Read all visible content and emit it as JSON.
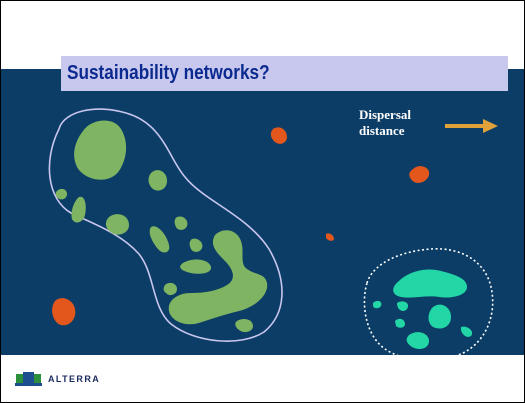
{
  "slide": {
    "title": "Sustainability networks?",
    "dispersal_label_line1": "Dispersal",
    "dispersal_label_line2": "distance",
    "brand_name": "ALTERRA"
  },
  "colors": {
    "background": "#0b3d66",
    "title_box": "#c8c8ee",
    "title_text": "#0b2a8f",
    "green_patch": "#7fb462",
    "cyan_patch": "#22d6a6",
    "orange_patch": "#e4571c",
    "arrow": "#e0a13a",
    "network_outline": "#c9c6ee"
  },
  "icons": {
    "arrow": "right-arrow-icon",
    "logo": "alterra-logo-icon"
  }
}
